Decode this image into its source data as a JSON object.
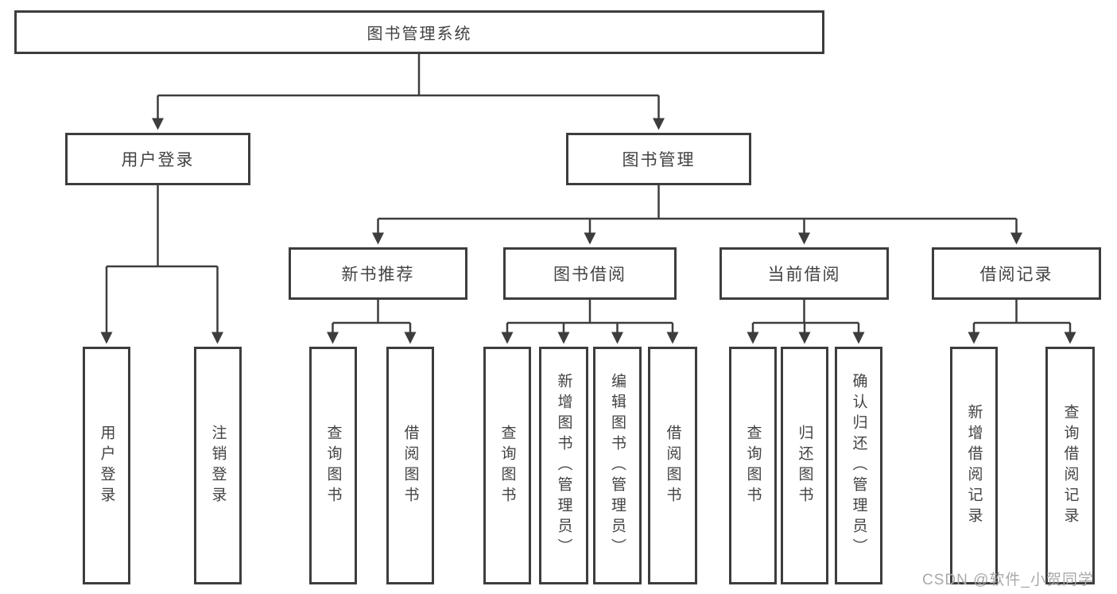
{
  "diagram": {
    "type": "hierarchy-structure-chart",
    "title": "图书管理系统",
    "colors": {
      "line": "#3d3d3d",
      "box_border": "#3d3d3d",
      "text": "#434343",
      "background": "#ffffff",
      "watermark": "#a9a9a9"
    },
    "hierarchy": {
      "label": "图书管理系统",
      "children": [
        {
          "label": "用户登录",
          "children": [
            {
              "label": "用户登录"
            },
            {
              "label": "注销登录"
            }
          ]
        },
        {
          "label": "图书管理",
          "children": [
            {
              "label": "新书推荐",
              "children": [
                {
                  "label": "查询图书"
                },
                {
                  "label": "借阅图书"
                }
              ]
            },
            {
              "label": "图书借阅",
              "children": [
                {
                  "label": "查询图书"
                },
                {
                  "label": "新增图书（管理员）"
                },
                {
                  "label": "编辑图书（管理员）"
                },
                {
                  "label": "借阅图书"
                }
              ]
            },
            {
              "label": "当前借阅",
              "children": [
                {
                  "label": "查询图书"
                },
                {
                  "label": "归还图书"
                },
                {
                  "label": "确认归还（管理员）"
                }
              ]
            },
            {
              "label": "借阅记录",
              "children": [
                {
                  "label": "新增借阅记录"
                },
                {
                  "label": "查询借阅记录"
                }
              ]
            }
          ]
        }
      ]
    }
  },
  "nodes": {
    "root": {
      "label": "图书管理系统"
    },
    "user_login": {
      "label": "用户登录"
    },
    "book_mgmt": {
      "label": "图书管理"
    },
    "new_book_rec": {
      "label": "新书推荐"
    },
    "book_borrow": {
      "label": "图书借阅"
    },
    "current_borrow": {
      "label": "当前借阅"
    },
    "borrow_records": {
      "label": "借阅记录"
    },
    "leaf_user_login": {
      "label": "用户登录"
    },
    "leaf_logout": {
      "label": "注销登录"
    },
    "leaf_nbr_query": {
      "label": "查询图书"
    },
    "leaf_nbr_borrow": {
      "label": "借阅图书"
    },
    "leaf_bb_query": {
      "label": "查询图书"
    },
    "leaf_bb_add": {
      "label": "新增图书（管理员）"
    },
    "leaf_bb_edit": {
      "label": "编辑图书（管理员）"
    },
    "leaf_bb_borrow": {
      "label": "借阅图书"
    },
    "leaf_cb_query": {
      "label": "查询图书"
    },
    "leaf_cb_return": {
      "label": "归还图书"
    },
    "leaf_cb_confirm": {
      "label": "确认归还（管理员）"
    },
    "leaf_br_add": {
      "label": "新增借阅记录"
    },
    "leaf_br_query": {
      "label": "查询借阅记录"
    }
  },
  "watermark": "CSDN @软件_小贺同学"
}
